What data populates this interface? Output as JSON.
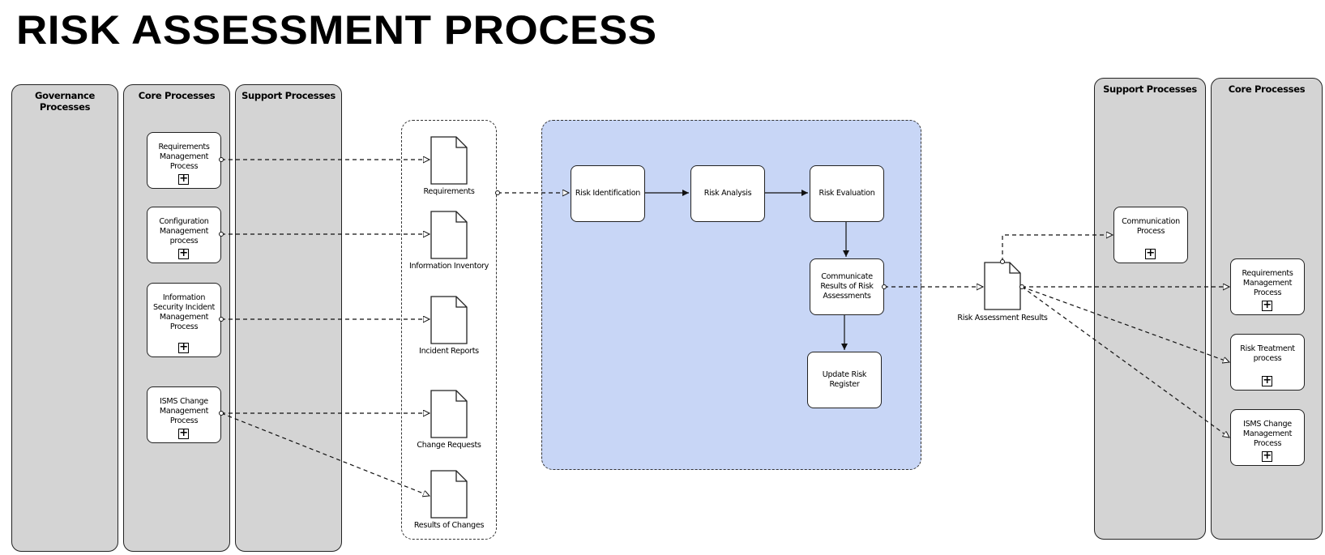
{
  "title": "RISK ASSESSMENT PROCESS",
  "left_lanes": {
    "governance": "Governance Processes",
    "core": "Core Processes",
    "support": "Support Processes"
  },
  "right_lanes": {
    "support": "Support Processes",
    "core": "Core Processes"
  },
  "left_core_processes": [
    "Requirements Management Process",
    "Configuration Management process",
    "Information Security Incident Management Process",
    "ISMS Change Management Process"
  ],
  "input_documents": [
    "Requirements",
    "Information Inventory",
    "Incident Reports",
    "Change Requests",
    "Results of Changes"
  ],
  "assessment_steps": {
    "identification": "Risk Identification",
    "analysis": "Risk Analysis",
    "evaluation": "Risk Evaluation",
    "communicate": "Communicate Results of Risk Assessments",
    "update": "Update Risk Register"
  },
  "output_document": "Risk Assessment Results",
  "right_support_process": "Communication Process",
  "right_core_processes": [
    "Requirements Management Process",
    "Risk Treatment process",
    "ISMS Change Management Process"
  ],
  "subprocess_marker": "+"
}
